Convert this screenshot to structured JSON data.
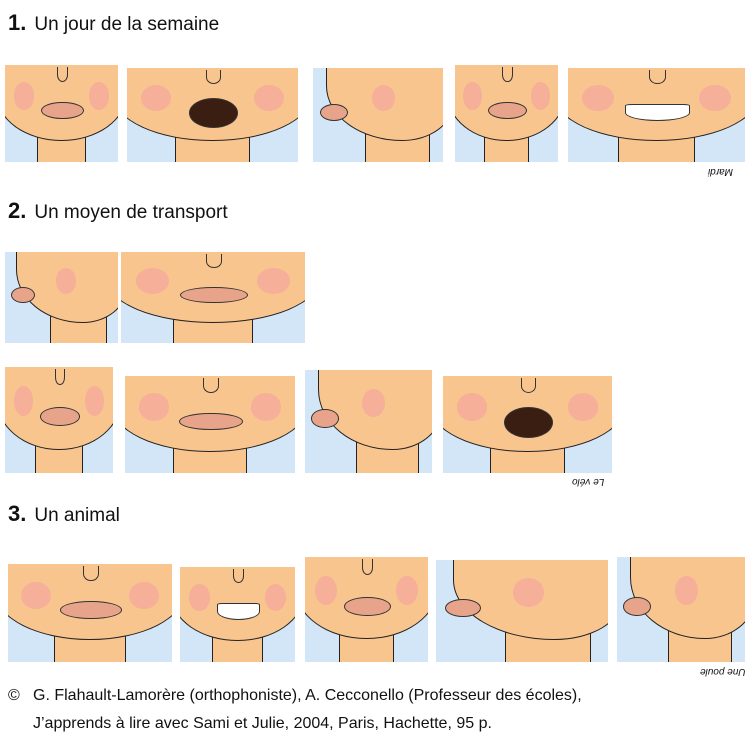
{
  "sections": [
    {
      "number": "1.",
      "title": "Un jour de la semaine",
      "answer": "Mardi"
    },
    {
      "number": "2.",
      "title": "Un moyen de transport",
      "answer": "Le vélo"
    },
    {
      "number": "3.",
      "title": "Un animal",
      "answer": "Une poule"
    }
  ],
  "citation": {
    "symbol": "©",
    "line1": "G. Flahault-Lamorère (orthophoniste), A. Cecconello (Professeur des écoles),",
    "line2": "J’apprends à lire avec Sami et Julie, 2004, Paris, Hachette, 95 p."
  }
}
